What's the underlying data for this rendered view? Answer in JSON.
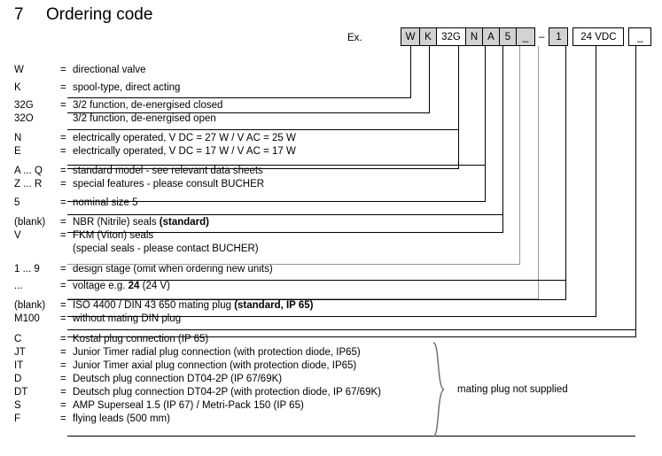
{
  "heading": {
    "number": "7",
    "title": "Ordering code"
  },
  "example": {
    "label": "Ex.",
    "boxes": [
      {
        "text": "W",
        "fill": "gray"
      },
      {
        "text": "K",
        "fill": "gray"
      },
      {
        "text": "32G",
        "fill": "white"
      },
      {
        "text": "N",
        "fill": "gray"
      },
      {
        "text": "A",
        "fill": "gray"
      },
      {
        "text": "5",
        "fill": "gray"
      },
      {
        "text": "_",
        "fill": "gray"
      },
      {
        "text": "–",
        "fill": "separator"
      },
      {
        "text": "1",
        "fill": "gray"
      },
      {
        "text": "24 VDC",
        "fill": "white"
      },
      {
        "text": "_",
        "fill": "white"
      }
    ]
  },
  "legend": [
    {
      "code": "W",
      "eq": "=",
      "text": "directional valve"
    },
    {
      "code": "K",
      "eq": "=",
      "text": "spool-type, direct acting"
    },
    {
      "code": "32G",
      "eq": "=",
      "text": "3/2 function, de-energised closed"
    },
    {
      "code": "32O",
      "eq": "",
      "text": "3/2 function, de-energised open"
    },
    {
      "code": "N",
      "eq": "=",
      "text": "electrically operated, V DC = 27  W  /  V AC = 25  W"
    },
    {
      "code": "E",
      "eq": "=",
      "text": "electrically operated, V DC = 17  W  /  V AC = 17  W"
    },
    {
      "code": "A ... Q",
      "eq": "=",
      "text": "standard model - see relevant data sheets"
    },
    {
      "code": "Z ... R",
      "eq": "=",
      "text": "special features - please consult BUCHER"
    },
    {
      "code": "5",
      "eq": "=",
      "text": "nominal size 5"
    },
    {
      "code": "(blank)",
      "eq": "=",
      "text": "NBR (Nitrile) seals  (standard)",
      "bold_tail": "(standard)"
    },
    {
      "code": "V",
      "eq": "=",
      "text": "FKM (Viton) seals"
    },
    {
      "code": "",
      "eq": "",
      "text": "(special seals - please contact BUCHER)"
    },
    {
      "code": "1 ... 9",
      "eq": "=",
      "text": "design stage (omit when ordering new units)"
    },
    {
      "code": "...",
      "eq": "=",
      "text": "voltage e.g. 24 (24 V)",
      "bold_part": "24"
    },
    {
      "code": "(blank)",
      "eq": "=",
      "text": "ISO 4400 / DIN 43 650 mating plug (standard, IP 65)",
      "bold_tail": "(standard, IP 65)"
    },
    {
      "code": "M100",
      "eq": "=",
      "text": "without mating DIN plug"
    },
    {
      "code": "C",
      "eq": "=",
      "text": "Kostal plug connection (IP 65)"
    },
    {
      "code": "JT",
      "eq": "=",
      "text": "Junior Timer radial plug connection (with protection diode, IP65)"
    },
    {
      "code": "IT",
      "eq": "=",
      "text": "Junior Timer axial plug connection (with protection diode, IP65)"
    },
    {
      "code": "D",
      "eq": "=",
      "text": "Deutsch plug connection DT04-2P (IP 67/69K)"
    },
    {
      "code": "DT",
      "eq": "=",
      "text": "Deutsch plug connection DT04-2P (with protection diode, IP 67/69K)"
    },
    {
      "code": "S",
      "eq": "=",
      "text": "AMP Superseal 1.5 (IP 67) / Metri-Pack 150 (IP 65)"
    },
    {
      "code": "F",
      "eq": "=",
      "text": "flying leads (500 mm)"
    }
  ],
  "brace_note": "mating plug not supplied",
  "colors": {
    "box_fill_gray": "#d2d2d2",
    "line_black": "#000000",
    "line_gray": "#9a9a9a",
    "background": "#ffffff"
  }
}
